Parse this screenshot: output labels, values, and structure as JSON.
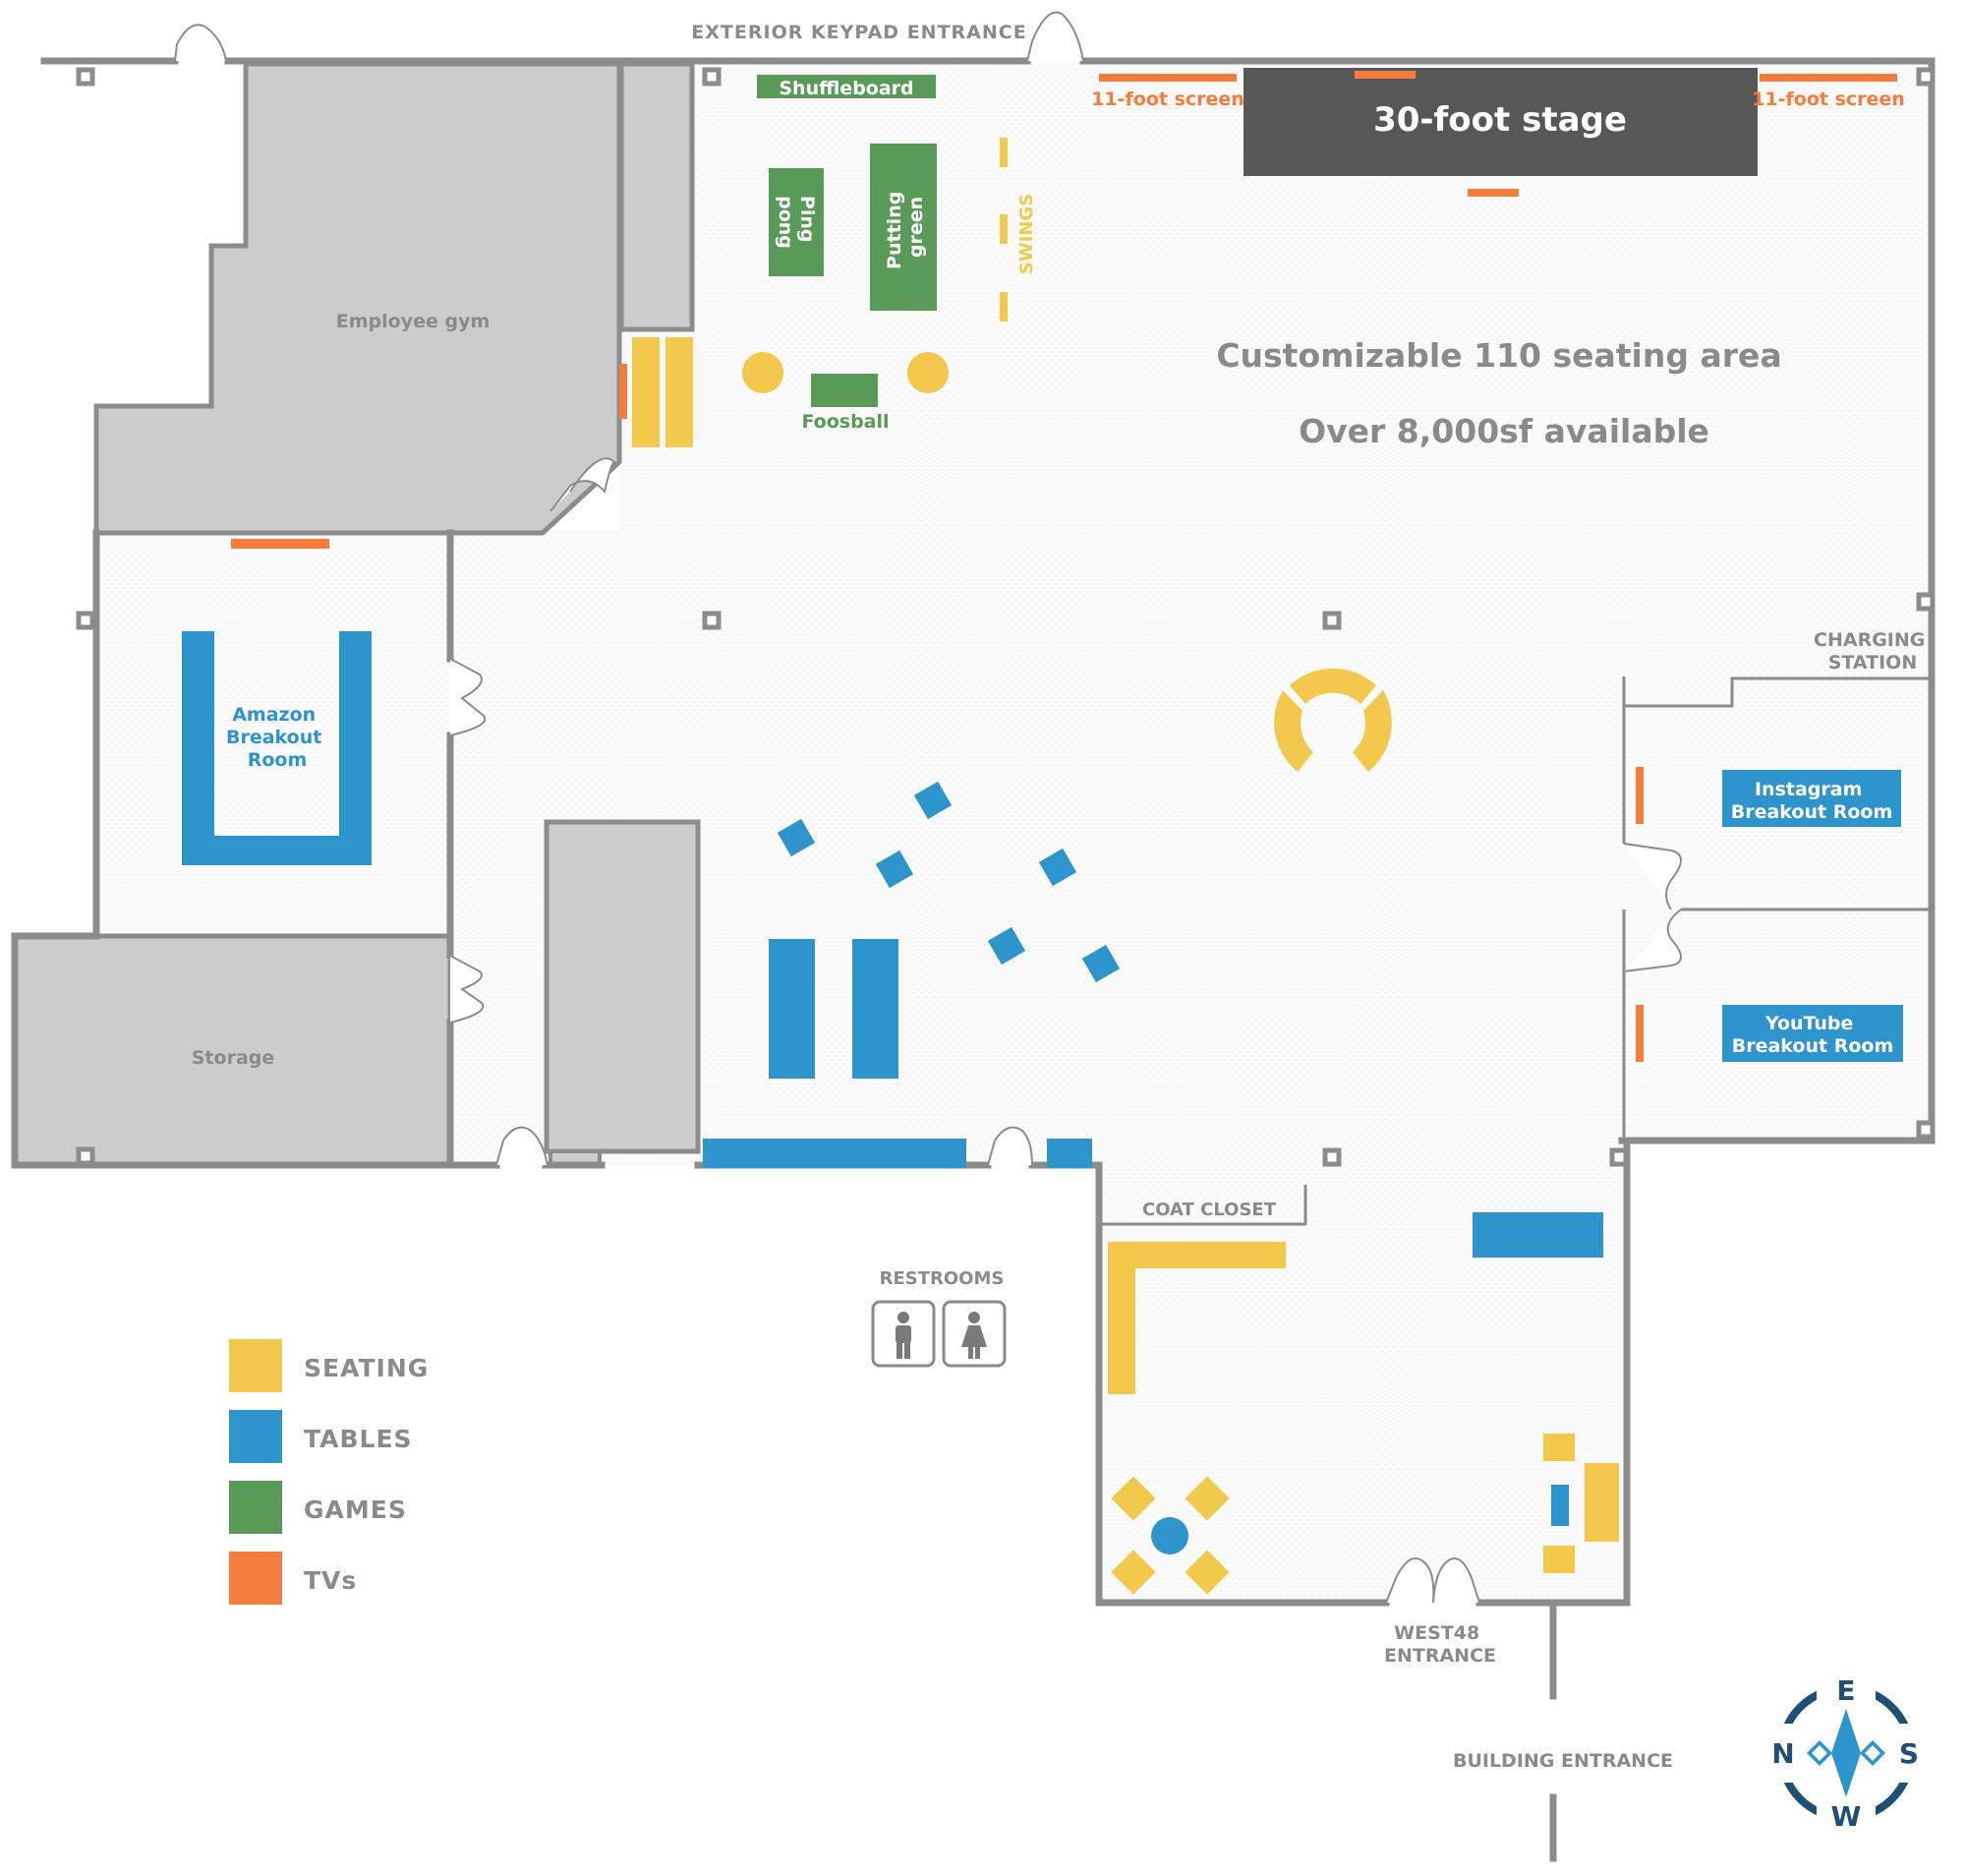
{
  "labels": {
    "exterior_keypad_entrance": "EXTERIOR KEYPAD ENTRANCE",
    "shuffleboard": "Shuffleboard",
    "ping_pong_1": "Ping",
    "ping_pong_2": "pong",
    "putting_green_1": "Putting",
    "putting_green_2": "green",
    "swings": "SWINGS",
    "foosball": "Foosball",
    "screen_left": "11-foot screen",
    "screen_right": "11-foot screen",
    "stage": "30-foot stage",
    "seating_area": "Customizable 110 seating area",
    "available": "Over 8,000sf available",
    "employee_gym": "Employee gym",
    "amazon_1": "Amazon",
    "amazon_2": "Breakout",
    "amazon_3": "Room",
    "storage": "Storage",
    "charging_1": "CHARGING",
    "charging_2": "STATION",
    "instagram_1": "Instagram",
    "instagram_2": "Breakout Room",
    "youtube_1": "YouTube",
    "youtube_2": "Breakout Room",
    "coat_closet": "COAT CLOSET",
    "restrooms": "RESTROOMS",
    "west48_1": "WEST48",
    "west48_2": "ENTRANCE",
    "building_entrance": "BUILDING ENTRANCE"
  },
  "legend": [
    {
      "label": "SEATING",
      "color": "#f2c94c"
    },
    {
      "label": "TABLES",
      "color": "#2e95cc"
    },
    {
      "label": "GAMES",
      "color": "#5a9a58"
    },
    {
      "label": "TVs",
      "color": "#f47c3c"
    }
  ],
  "compass": {
    "n": "N",
    "e": "E",
    "s": "S",
    "w": "W"
  },
  "colors": {
    "seating": "#f2c94c",
    "tables": "#2e95cc",
    "games": "#5a9a58",
    "tvs": "#f47c3c",
    "wall": "#8c8c8c",
    "room_gray": "#cccccc",
    "stage": "#575757",
    "text_gray": "#8a8a8a",
    "compass": "#1f4f72"
  }
}
